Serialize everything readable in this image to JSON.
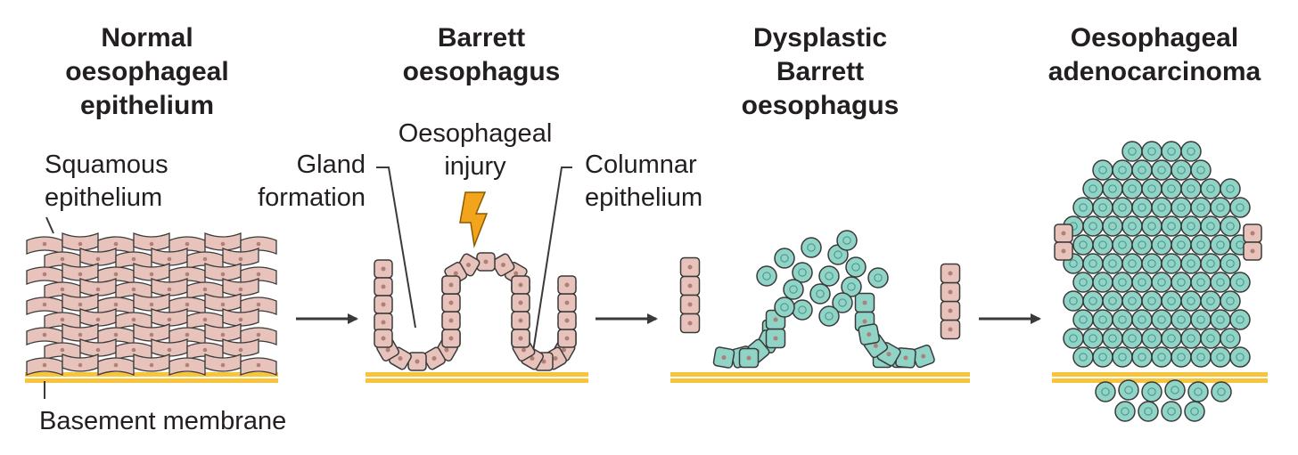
{
  "stages": [
    {
      "title_lines": [
        "Normal",
        "oesophageal",
        "epithelium"
      ]
    },
    {
      "title_lines": [
        "Barrett",
        "oesophagus"
      ]
    },
    {
      "title_lines": [
        "Dysplastic",
        "Barrett",
        "oesophagus"
      ]
    },
    {
      "title_lines": [
        "Oesophageal",
        "adenocarcinoma"
      ]
    }
  ],
  "labels": {
    "squamous": [
      "Squamous",
      "epithelium"
    ],
    "basement": "Basement membrane",
    "gland": [
      "Gland",
      "formation"
    ],
    "injury": [
      "Oesophageal",
      "injury"
    ],
    "columnar": [
      "Columnar",
      "epithelium"
    ]
  },
  "colors": {
    "normal_cell": "#e8c3bb",
    "dysplastic_cell": "#8fd4c6",
    "membrane": "#f7c43c",
    "outline": "#3a3a3a",
    "lightning": "#f2a41c",
    "arrow": "#3a3a3a"
  },
  "icons": {
    "injury": "lightning-bolt-icon"
  }
}
